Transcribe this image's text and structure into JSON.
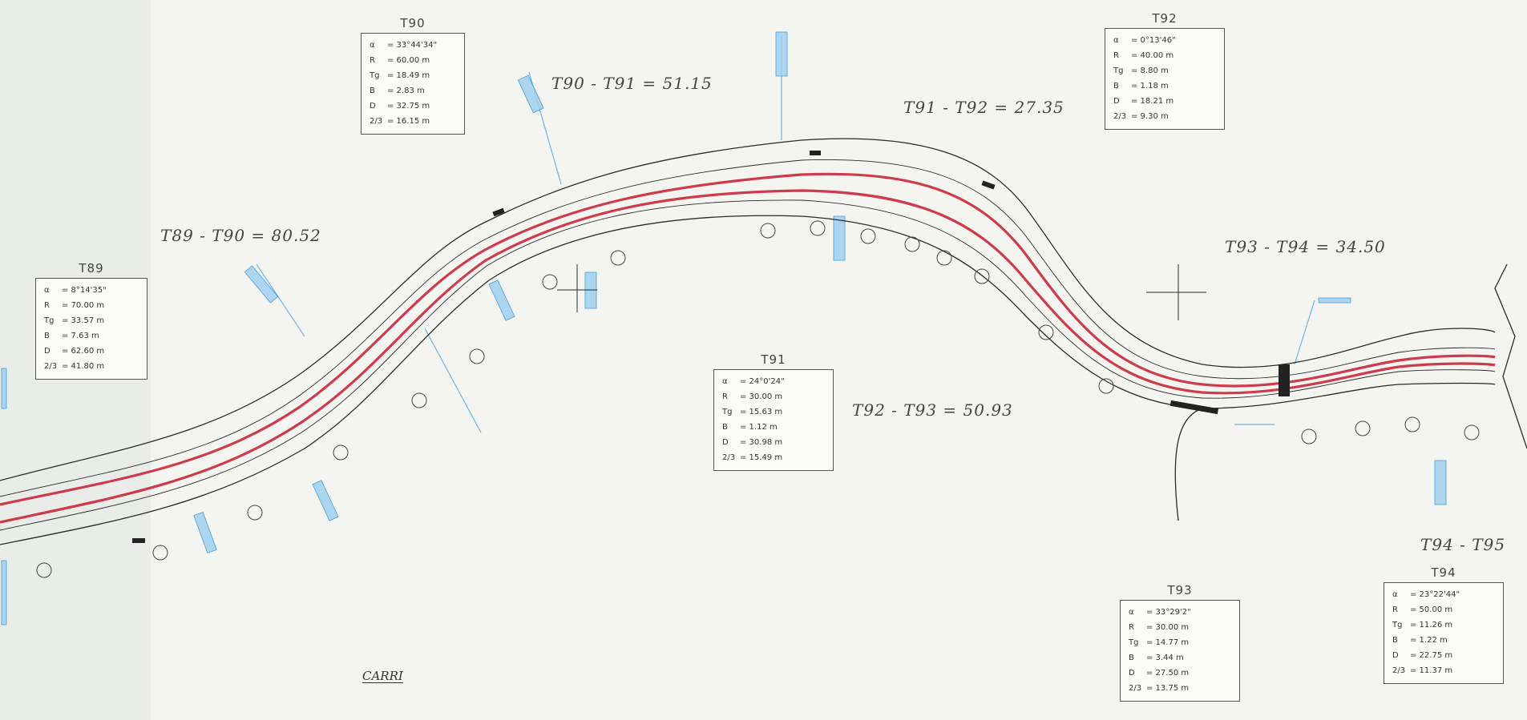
{
  "segments": [
    {
      "id": "t89-t90",
      "text": "T89 - T90 = 80.52"
    },
    {
      "id": "t90-t91",
      "text": "T90 - T91 = 51.15"
    },
    {
      "id": "t91-t92",
      "text": "T91 - T92 = 27.35"
    },
    {
      "id": "t92-t93",
      "text": "T92 - T93 = 50.93"
    },
    {
      "id": "t93-t94",
      "text": "T93 - T94 = 34.50"
    },
    {
      "id": "t94-t95",
      "text": "T94 - T95"
    }
  ],
  "curves": [
    {
      "id": "T89",
      "rows": [
        [
          "α",
          "= 8°14'35\""
        ],
        [
          "R",
          "= 70.00 m"
        ],
        [
          "Tg",
          "= 33.57 m"
        ],
        [
          "B",
          "= 7.63 m"
        ],
        [
          "D",
          "= 62.60 m"
        ],
        [
          "2/3",
          "= 41.80 m"
        ]
      ]
    },
    {
      "id": "T90",
      "rows": [
        [
          "α",
          "= 33°44'34\""
        ],
        [
          "R",
          "= 60.00 m"
        ],
        [
          "Tg",
          "= 18.49 m"
        ],
        [
          "B",
          "= 2.83 m"
        ],
        [
          "D",
          "= 32.75 m"
        ],
        [
          "2/3",
          "= 16.15 m"
        ]
      ]
    },
    {
      "id": "T91",
      "rows": [
        [
          "α",
          "= 24°0'24\""
        ],
        [
          "R",
          "= 30.00 m"
        ],
        [
          "Tg",
          "= 15.63 m"
        ],
        [
          "B",
          "= 1.12 m"
        ],
        [
          "D",
          "= 30.98 m"
        ],
        [
          "2/3",
          "= 15.49 m"
        ]
      ]
    },
    {
      "id": "T92",
      "rows": [
        [
          "α",
          "= 0°13'46\""
        ],
        [
          "R",
          "= 40.00 m"
        ],
        [
          "Tg",
          "= 8.80 m"
        ],
        [
          "B",
          "= 1.18 m"
        ],
        [
          "D",
          "= 18.21 m"
        ],
        [
          "2/3",
          "= 9.30 m"
        ]
      ]
    },
    {
      "id": "T93",
      "rows": [
        [
          "α",
          "= 33°29'2\""
        ],
        [
          "R",
          "= 30.00 m"
        ],
        [
          "Tg",
          "= 14.77 m"
        ],
        [
          "B",
          "= 3.44 m"
        ],
        [
          "D",
          "= 27.50 m"
        ],
        [
          "2/3",
          "= 13.75 m"
        ]
      ]
    },
    {
      "id": "T94",
      "rows": [
        [
          "α",
          "= 23°22'44\""
        ],
        [
          "R",
          "= 50.00 m"
        ],
        [
          "Tg",
          "= 11.26 m"
        ],
        [
          "B",
          "= 1.22 m"
        ],
        [
          "D",
          "= 22.75 m"
        ],
        [
          "2/3",
          "= 11.37 m"
        ]
      ]
    }
  ],
  "drawing_id": "CARRI",
  "colors": {
    "centerline": "#c8283a",
    "edge": "#2a2a2a",
    "dimension": "#2a8cd6",
    "background": "#f4f4f1"
  }
}
